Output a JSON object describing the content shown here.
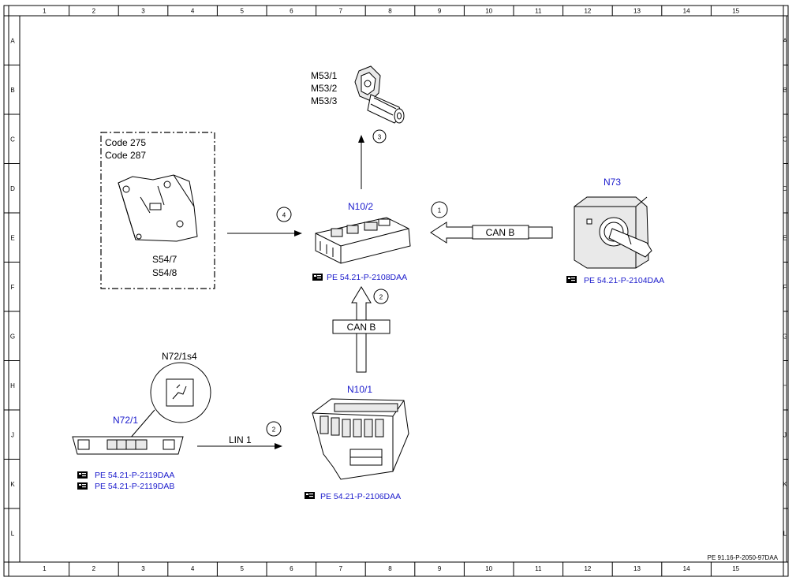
{
  "grid": {
    "columns": [
      "1",
      "2",
      "3",
      "4",
      "5",
      "6",
      "7",
      "8",
      "9",
      "10",
      "11",
      "12",
      "13",
      "14",
      "15"
    ],
    "rows": [
      "A",
      "B",
      "C",
      "D",
      "E",
      "F",
      "G",
      "H",
      "J",
      "K",
      "L"
    ]
  },
  "components": {
    "m53": {
      "labels": [
        "M53/1",
        "M53/2",
        "M53/3"
      ]
    },
    "s54": {
      "codes": [
        "Code 275",
        "Code 287"
      ],
      "labels": [
        "S54/7",
        "S54/8"
      ]
    },
    "n10_2": {
      "label": "N10/2",
      "ref": "PE 54.21-P-2108DAA"
    },
    "n73": {
      "label": "N73",
      "ref": "PE 54.21-P-2104DAA"
    },
    "n10_1": {
      "label": "N10/1",
      "ref": "PE 54.21-P-2106DAA"
    },
    "n72_1": {
      "label": "N72/1",
      "refs": [
        "PE 54.21-P-2119DAA",
        "PE 54.21-P-2119DAB"
      ]
    },
    "n72_1s4": {
      "label": "N72/1s4"
    }
  },
  "connections": {
    "can_b_1": {
      "bus": "CAN B",
      "step": "1"
    },
    "can_b_2": {
      "bus": "CAN B",
      "step": "2"
    },
    "lin_1": {
      "bus": "LIN 1",
      "step": "2"
    },
    "m53_link": {
      "step": "3"
    },
    "s54_link": {
      "step": "4"
    }
  },
  "colors": {
    "component_label": "#1a1acc",
    "line": "#000000"
  },
  "icons": {
    "reference": "pointing-hand-icon"
  },
  "footer": {
    "doc_id": "PE 91.16-P-2050-97DAA"
  }
}
